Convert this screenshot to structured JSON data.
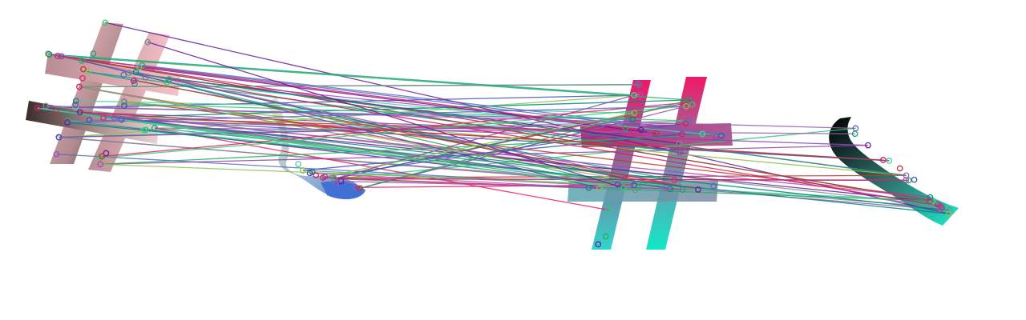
{
  "figure": {
    "background": "#ffffff",
    "description_hidden": "",
    "glyphs": [
      {
        "name": "left-hash-glyph",
        "palette": [
          "#3a2a2a",
          "#a98a8a",
          "#f2b8c0",
          "#ead5d5"
        ]
      },
      {
        "name": "middle-swoosh-glyph",
        "palette": [
          "#e6e6b0",
          "#9ab8c8",
          "#3f6fd0"
        ]
      },
      {
        "name": "right-hash-glyph",
        "palette": [
          "#f0186a",
          "#c0508a",
          "#2cd9c9",
          "#1de6c8"
        ]
      },
      {
        "name": "right-paren-glyph",
        "palette": [
          "#000000",
          "#2f6f6a",
          "#22e0c8"
        ]
      }
    ],
    "match_line_colors": [
      "#2ecc71",
      "#8e44ad",
      "#e91e63",
      "#3f51b5",
      "#9b59b6",
      "#16a085",
      "#7f8c8d",
      "#c0392b",
      "#ab47bc",
      "#27ae60",
      "#8bc34a",
      "#5c6bc0",
      "#d81b60",
      "#4dd0a0",
      "#6a1b9a",
      "#00897b"
    ],
    "keypoint_marker": "circle"
  }
}
